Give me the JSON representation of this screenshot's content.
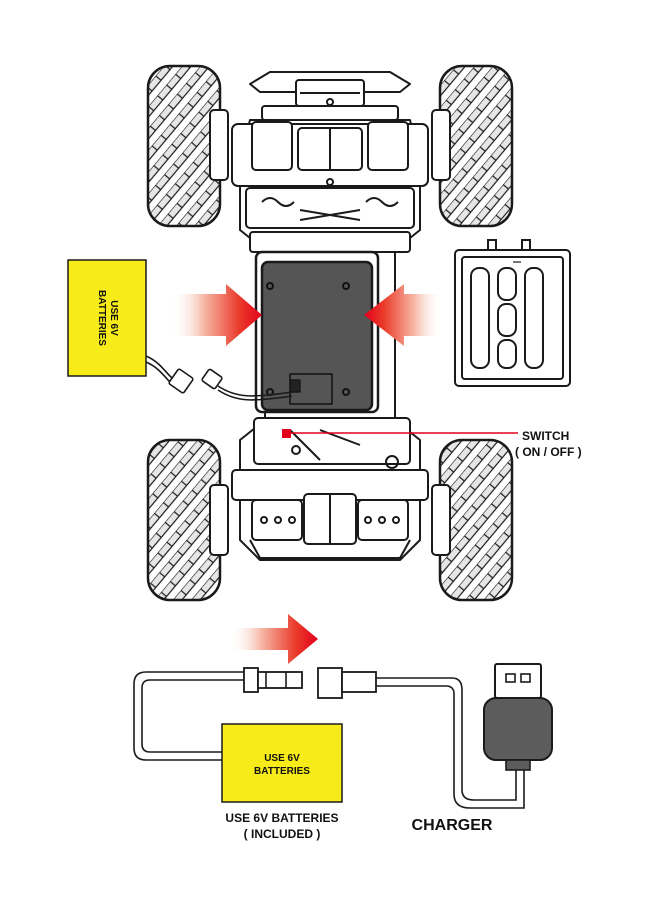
{
  "labels": {
    "battery_top": [
      "USE 6V",
      "BATTERIES"
    ],
    "switch": [
      "SWITCH",
      "( ON / OFF )"
    ],
    "battery_bottom": [
      "USE 6V",
      "BATTERIES"
    ],
    "battery_caption": [
      "USE 6V BATTERIES",
      "( INCLUDED )"
    ],
    "charger": "CHARGER"
  },
  "colors": {
    "battery_fill": "#f7ec19",
    "arrow_red": "#e3001b",
    "switch_marker": "#e3001b",
    "compartment": "#555555",
    "usb_body": "#5c5c5c",
    "outline": "#1a1a1a"
  }
}
